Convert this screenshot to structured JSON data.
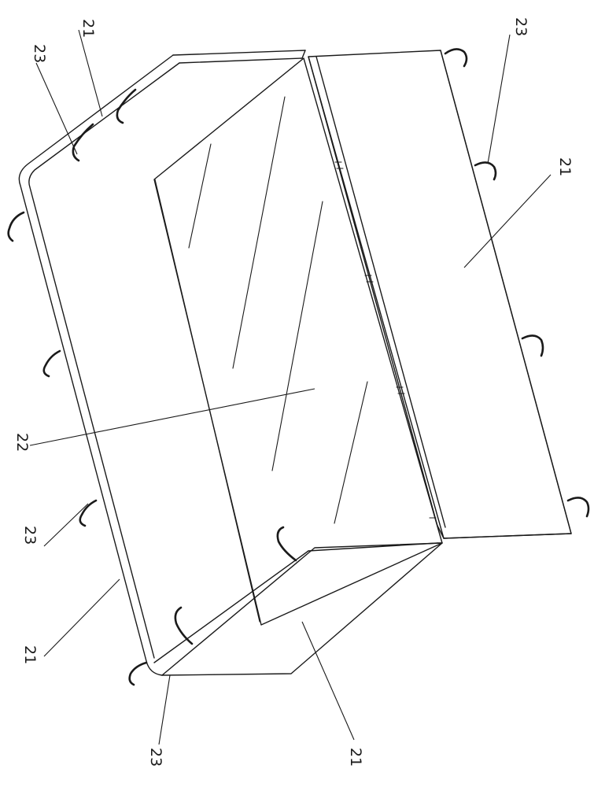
{
  "figure": {
    "labels": {
      "top_left_21": "21",
      "top_left_23": "23",
      "top_right_23": "23",
      "right_panel_21": "21",
      "center_22": "22",
      "left_23": "23",
      "left_21": "21",
      "bottom_23": "23",
      "bottom_21": "21"
    },
    "stroke_color": "#1a1a1a",
    "background_color": "#ffffff"
  }
}
